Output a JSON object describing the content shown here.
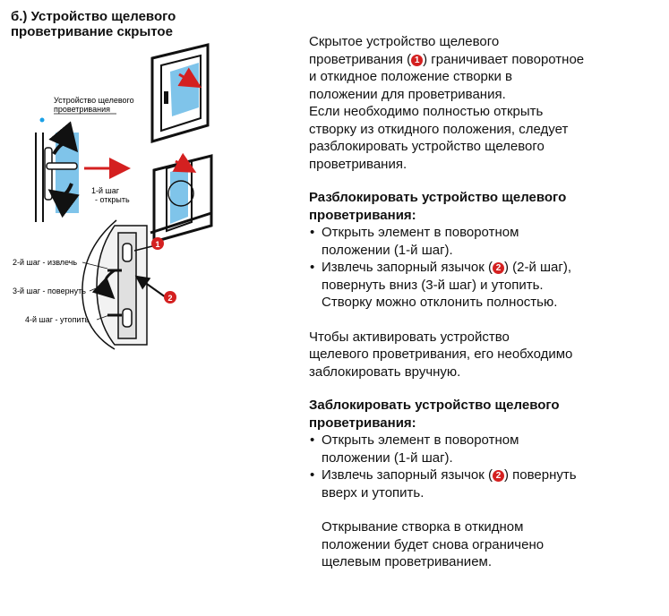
{
  "heading": {
    "line1": "б.) Устройство щелевого",
    "line2": "проветривание скрытое"
  },
  "figure": {
    "device_label_line1": "Устройство щелевого",
    "device_label_line2": "проветривания",
    "step1_line1": "1-й шаг",
    "step1_line2": "- открыть",
    "step2": "2-й шаг -  извлечь",
    "step3": "3-й шаг - повернуть",
    "step4": "4-й шаг - утопить",
    "marker1": "1",
    "marker2": "2",
    "accent_red": "#d42020",
    "glass_blue": "#7fc4ea"
  },
  "intro": {
    "l1": "Скрытое устройство щелевого",
    "l2a": "проветривания (",
    "l2badge": "1",
    "l2b": ") граничивает поворотное",
    "l3": "и откидное положение створки в",
    "l4": "положении для проветривания.",
    "l5": "Если необходимо полностью открыть",
    "l6": "створку из откидного положения, следует",
    "l7": "разблокировать устройство щелевого",
    "l8": "проветривания."
  },
  "unlock": {
    "title1": "Разблокировать устройство щелевого",
    "title2": "проветривания:",
    "b1l1": "Открыть элемент в поворотном",
    "b1l2": "положении (1-й шаг).",
    "b2l1a": "Извлечь запорный язычок (",
    "b2badge": "2",
    "b2l1b": ") (2-й шаг),",
    "b2l2": "повернуть вниз (3-й шаг) и утопить.",
    "b2l3": "Створку можно отклонить полностью."
  },
  "activate": {
    "l1": "Чтобы активировать устройство",
    "l2": "щелевого проветривания, его необходимо",
    "l3": "заблокировать вручную."
  },
  "lock": {
    "title1": "Заблокировать устройство щелевого",
    "title2": "проветривания:",
    "b1l1": "Открыть элемент в поворотном",
    "b1l2": "положении (1-й шаг).",
    "b2l1a": "Извлечь запорный язычок (",
    "b2badge": "2",
    "b2l1b": ") повернуть",
    "b2l2": "вверх и утопить."
  },
  "final": {
    "l1": "Открывание створка в откидном",
    "l2": "положении будет снова ограничено",
    "l3": "щелевым проветриванием."
  }
}
